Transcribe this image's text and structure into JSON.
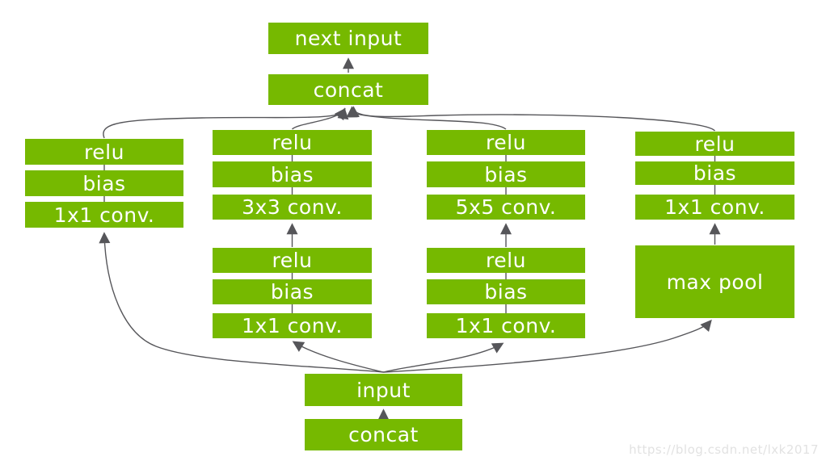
{
  "diagram": {
    "output_stack": {
      "next_input": "next input",
      "concat": "concat"
    },
    "branches": {
      "branch1": {
        "relu": "relu",
        "bias": "bias",
        "conv": "1x1 conv."
      },
      "branch2": {
        "upper": {
          "relu": "relu",
          "bias": "bias",
          "conv": "3x3 conv."
        },
        "lower": {
          "relu": "relu",
          "bias": "bias",
          "conv": "1x1 conv."
        }
      },
      "branch3": {
        "upper": {
          "relu": "relu",
          "bias": "bias",
          "conv": "5x5 conv."
        },
        "lower": {
          "relu": "relu",
          "bias": "bias",
          "conv": "1x1 conv."
        }
      },
      "branch4": {
        "stack": {
          "relu": "relu",
          "bias": "bias",
          "conv": "1x1 conv."
        },
        "pool": "max pool"
      }
    },
    "input_stack": {
      "input": "input",
      "concat": "concat"
    }
  },
  "watermark": {
    "text": "https://blog.csdn.net/lxk2017"
  },
  "colors": {
    "box_green": "#76b900",
    "box_text": "#ffffff",
    "arrow_gray": "#56565a",
    "background": "#ffffff",
    "watermark_gray": "#e2e2e2"
  }
}
